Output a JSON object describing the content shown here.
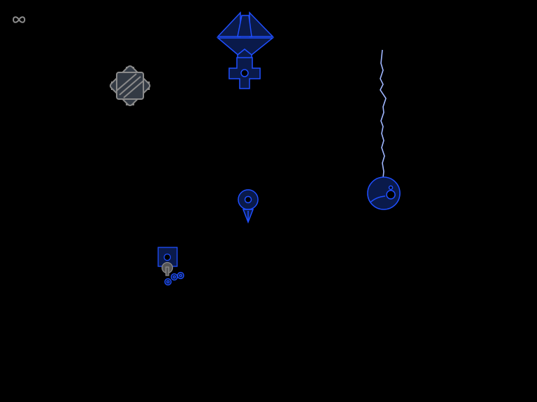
{
  "game": {
    "colors": {
      "background": "#000000",
      "unit_fill": "#0a1a4a",
      "unit_stroke": "#1f4fff",
      "unit_core": "#000000",
      "gear_fill": "#333a44",
      "gear_stroke": "#8a8a8a",
      "hud_icon": "#8c8c8c",
      "lightning": "#9fb6ff",
      "turret_base": "#555555"
    },
    "hud": {
      "icon": "infinity-icon"
    },
    "entities": [
      {
        "name": "mothership-unit",
        "icon": "crystal-ship-icon"
      },
      {
        "name": "gear-obstacle",
        "icon": "gear-icon"
      },
      {
        "name": "tesla-orb-unit",
        "icon": "orb-icon"
      },
      {
        "name": "drill-unit",
        "icon": "drill-icon"
      },
      {
        "name": "turret-unit",
        "icon": "turret-icon"
      }
    ]
  }
}
